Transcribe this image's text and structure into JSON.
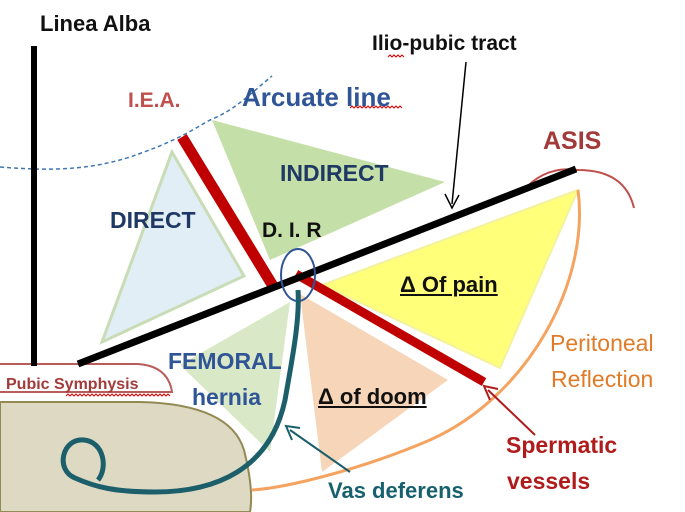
{
  "labels": {
    "linea_alba": "Linea Alba",
    "iliopubic_tract": "Ilio-pubic tract",
    "iea": "I.E.A.",
    "arcuate_line": "Arcuate line",
    "asis": "ASIS",
    "indirect": "INDIRECT",
    "direct": "DIRECT",
    "dir": "D. I. R",
    "triangle_of_pain": "Δ Of pain",
    "peritoneal": "Peritoneal",
    "reflection": "Reflection",
    "femoral": "FEMORAL",
    "hernia": "hernia",
    "pubic_symphysis": "Pubic Symphysis",
    "triangle_of_doom": "Δ of doom",
    "spermatic": "Spermatic",
    "vessels": "vessels",
    "vas_deferens": "Vas deferens"
  },
  "colors": {
    "text_dark": "#111111",
    "text_navy": "#1f3864",
    "text_blue": "#2f5597",
    "text_red": "#a33a3a",
    "text_maroon": "#b01c1c",
    "text_orange": "#e07b28",
    "text_teal": "#17606e",
    "red_line": "#c00000",
    "indirect_fill": "#c5dfa9",
    "direct_fill": "#e1eef6",
    "pain_fill": "#ffff7a",
    "femoral_fill": "#d9e8c6",
    "doom_fill": "#f7d5b8",
    "bone_fill": "#ddd9c3",
    "vas_color": "#1c5f6b",
    "peritoneal_color": "#f4a460"
  }
}
